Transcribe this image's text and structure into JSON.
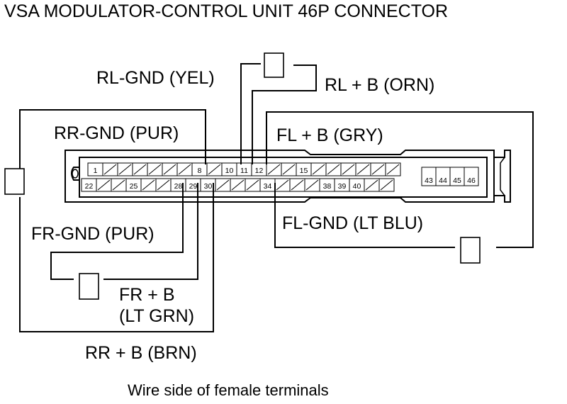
{
  "diagram": {
    "title": "VSA MODULATOR-CONTROL UNIT 46P CONNECTOR",
    "caption": "Wire side of female terminals",
    "labels": {
      "rl_gnd": "RL-GND (YEL)",
      "rl_b": "RL  + B (ORN)",
      "rr_gnd": "RR-GND (PUR)",
      "fl_b": "FL  + B (GRY)",
      "fl_gnd": "FL-GND (LT BLU)",
      "fr_gnd": "FR-GND (PUR)",
      "fr_b_line1": "FR  + B",
      "fr_b_line2": "(LT GRN)",
      "rr_b": "RR  + B (BRN)"
    },
    "pins": {
      "p1": "1",
      "p8": "8",
      "p10": "10",
      "p11": "11",
      "p12": "12",
      "p15": "15",
      "p22": "22",
      "p25": "25",
      "p28": "28",
      "p29": "29",
      "p30": "30",
      "p34": "34",
      "p38": "38",
      "p39": "39",
      "p40": "40",
      "p43": "43",
      "p44": "44",
      "p45": "45",
      "p46": "46"
    }
  }
}
